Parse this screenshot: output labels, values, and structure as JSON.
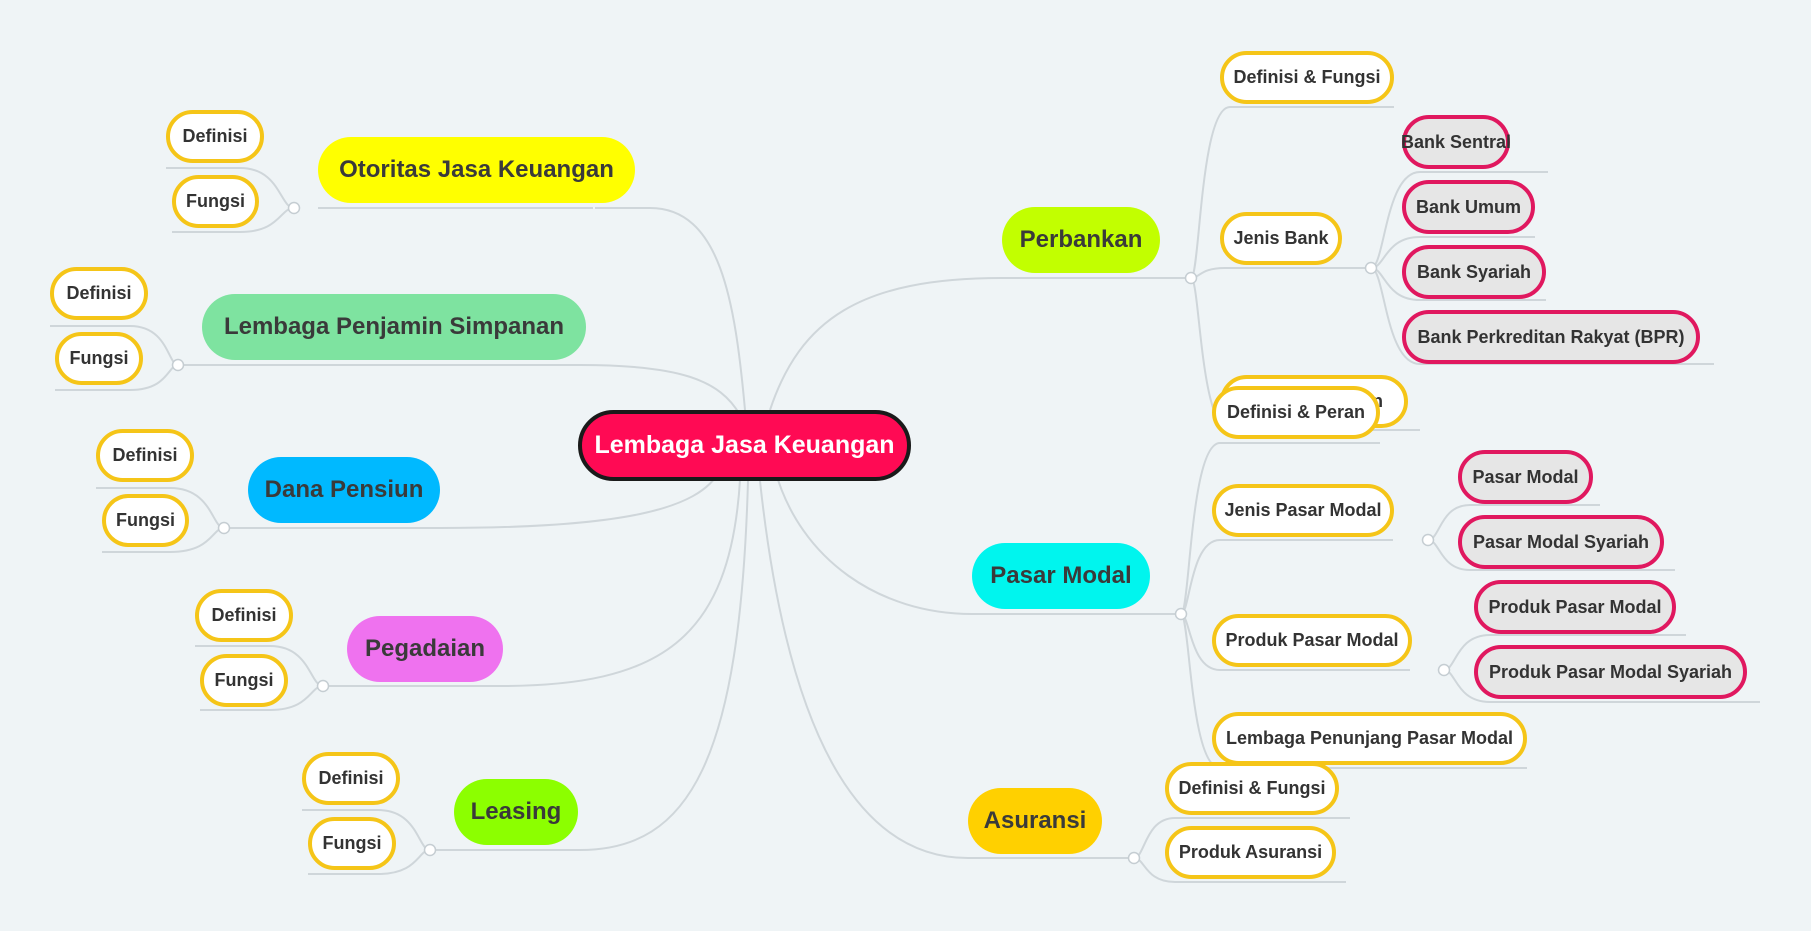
{
  "root": {
    "label": "Lembaga Jasa Keuangan",
    "color": "#ff0a54"
  },
  "colors": {
    "sub_border": "#f5c518",
    "leaf_border": "#e0185f",
    "leaf_fill": "#e6e6e6",
    "link": "#cfd6da"
  },
  "left_branches": [
    {
      "label": "Otoritas Jasa Keuangan",
      "color": "#ffff00",
      "children": [
        "Definisi",
        "Fungsi"
      ]
    },
    {
      "label": "Lembaga Penjamin Simpanan",
      "color": "#7ee3a0",
      "children": [
        "Definisi",
        "Fungsi"
      ]
    },
    {
      "label": "Dana Pensiun",
      "color": "#00b9ff",
      "children": [
        "Definisi",
        "Fungsi"
      ]
    },
    {
      "label": "Pegadaian",
      "color": "#ef72ef",
      "children": [
        "Definisi",
        "Fungsi"
      ]
    },
    {
      "label": "Leasing",
      "color": "#8cff00",
      "children": [
        "Definisi",
        "Fungsi"
      ]
    }
  ],
  "right_branches": [
    {
      "label": "Perbankan",
      "color": "#c2ff00",
      "children": [
        {
          "label": "Definisi & Fungsi"
        },
        {
          "label": "Jenis Bank",
          "children": [
            "Bank Sentral",
            "Bank Umum",
            "Bank Syariah",
            "Bank Perkreditan Rakyat (BPR)"
          ]
        },
        {
          "label": "Definisi & Peran"
        }
      ]
    },
    {
      "label": "Pasar Modal",
      "color": "#00f5ee",
      "children": [
        {
          "label": "Definisi & Peran"
        },
        {
          "label": "Jenis Pasar Modal",
          "children": [
            "Pasar Modal",
            "Pasar Modal Syariah"
          ]
        },
        {
          "label": "Produk Pasar Modal",
          "children": [
            "Produk Pasar Modal",
            "Produk Pasar Modal Syariah"
          ]
        },
        {
          "label": "Lembaga Penunjang Pasar Modal"
        }
      ]
    },
    {
      "label": "Asuransi",
      "color": "#ffd000",
      "children": [
        {
          "label": "Definisi & Fungsi"
        },
        {
          "label": "Produk Asuransi"
        }
      ]
    }
  ]
}
